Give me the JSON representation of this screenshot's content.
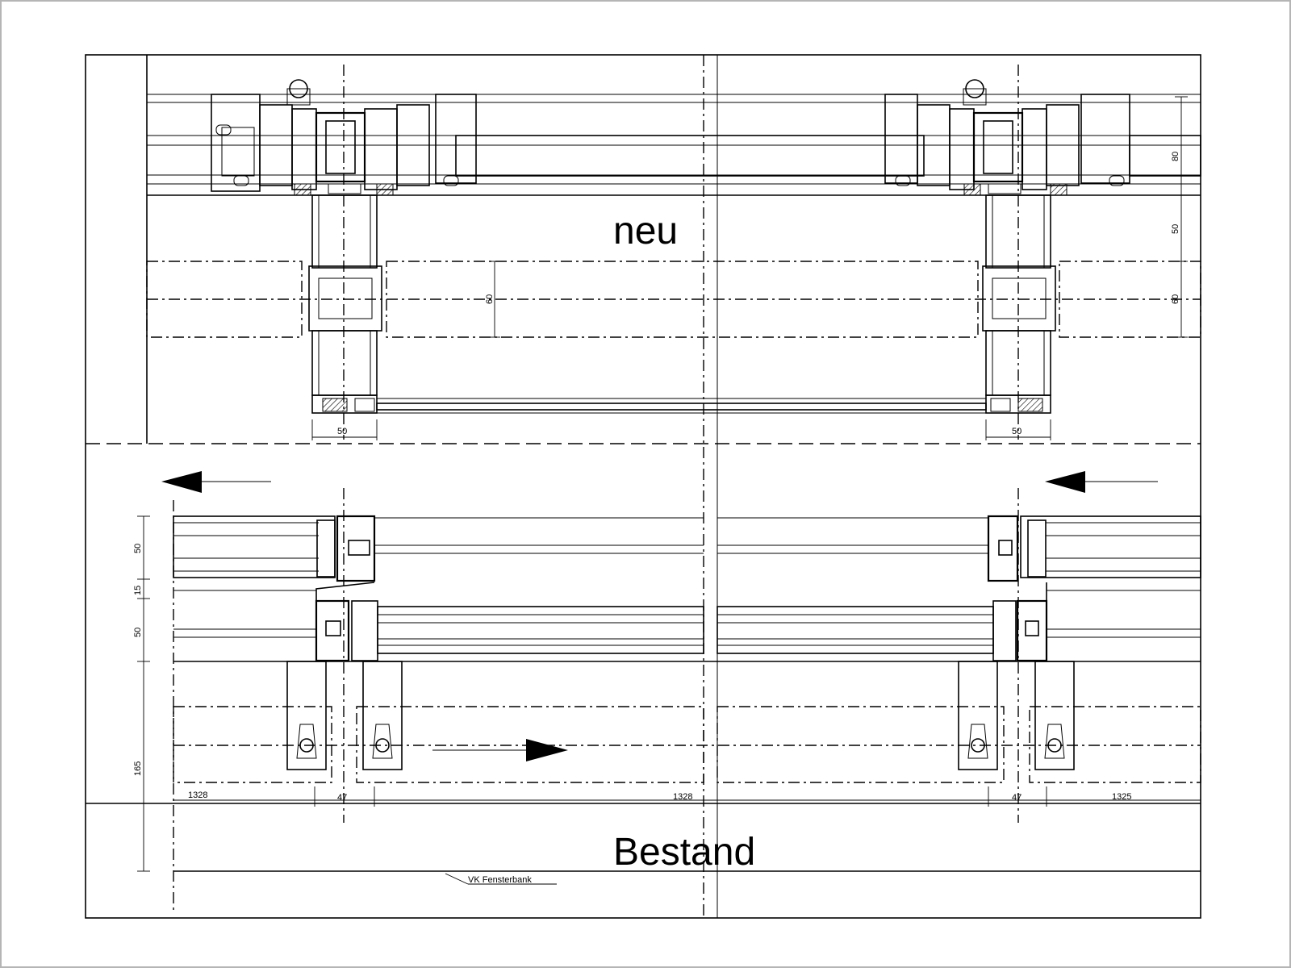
{
  "drawing": {
    "labels": {
      "new": "neu",
      "existing": "Bestand",
      "sill_note": "VK Fensterbank"
    },
    "dimensions": {
      "top_left_width": "50",
      "top_right_width": "50",
      "top_center_depth": "60",
      "right_upper": "80",
      "right_middle": "50",
      "right_lower": "60",
      "left_upper": "50",
      "left_gap": "15",
      "left_lower": "50",
      "left_bottom": "165",
      "bottom_left_width": "1328",
      "bottom_left_gap": "47",
      "bottom_center_width": "1328",
      "bottom_right_gap": "47",
      "bottom_right_width": "1325"
    }
  }
}
